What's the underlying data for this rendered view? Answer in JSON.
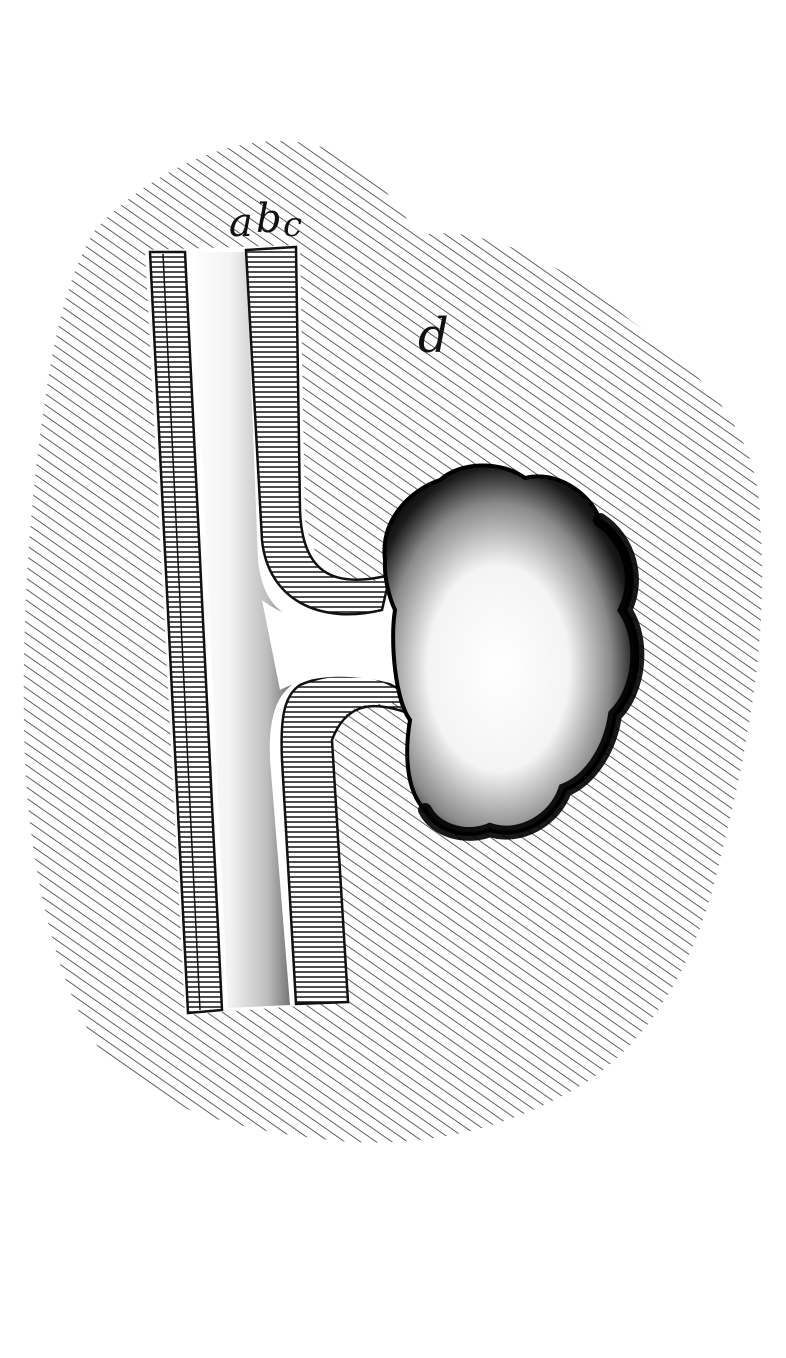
{
  "figure": {
    "labels": {
      "a": "a",
      "b": "b",
      "c": "c",
      "d": "d"
    },
    "colors": {
      "ink": "#111111",
      "paper": "#ffffff",
      "shade_light": "#f2f2f2"
    }
  }
}
